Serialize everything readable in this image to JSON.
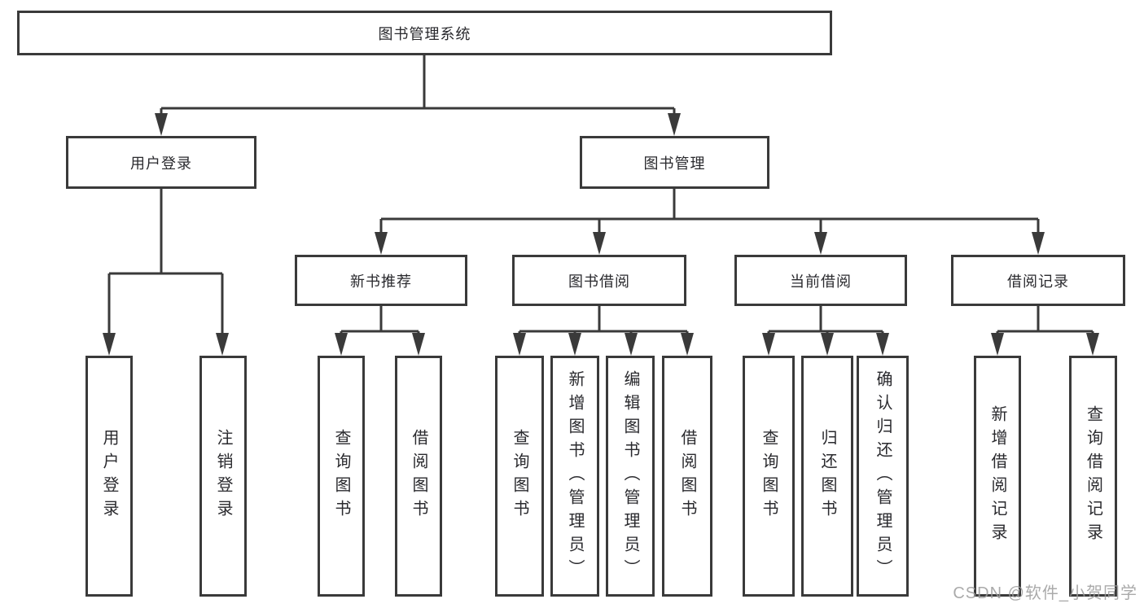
{
  "tree": {
    "root": "图书管理系统",
    "branches": {
      "user_login": "用户登录",
      "book_management": "图书管理"
    },
    "modules": {
      "new_book_recommend": "新书推荐",
      "book_borrow": "图书借阅",
      "current_borrow": "当前借阅",
      "borrow_records": "借阅记录"
    },
    "leaves": {
      "user_login": [
        "用户登录",
        "注销登录"
      ],
      "new_book_recommend": [
        "查询图书",
        "借阅图书"
      ],
      "book_borrow": [
        "查询图书",
        "新增图书（管理员）",
        "编辑图书（管理员）",
        "借阅图书"
      ],
      "current_borrow": [
        "查询图书",
        "归还图书",
        "确认归还（管理员）"
      ],
      "borrow_records": [
        "新增借阅记录",
        "查询借阅记录"
      ]
    }
  },
  "colors": {
    "line": "#3a3a3a",
    "box_border": "#3a3a3a",
    "text": "#2a2a2e",
    "watermark": "#9c9c9c",
    "background": "#ffffff"
  },
  "watermark": "CSDN @软件_小贺同学"
}
